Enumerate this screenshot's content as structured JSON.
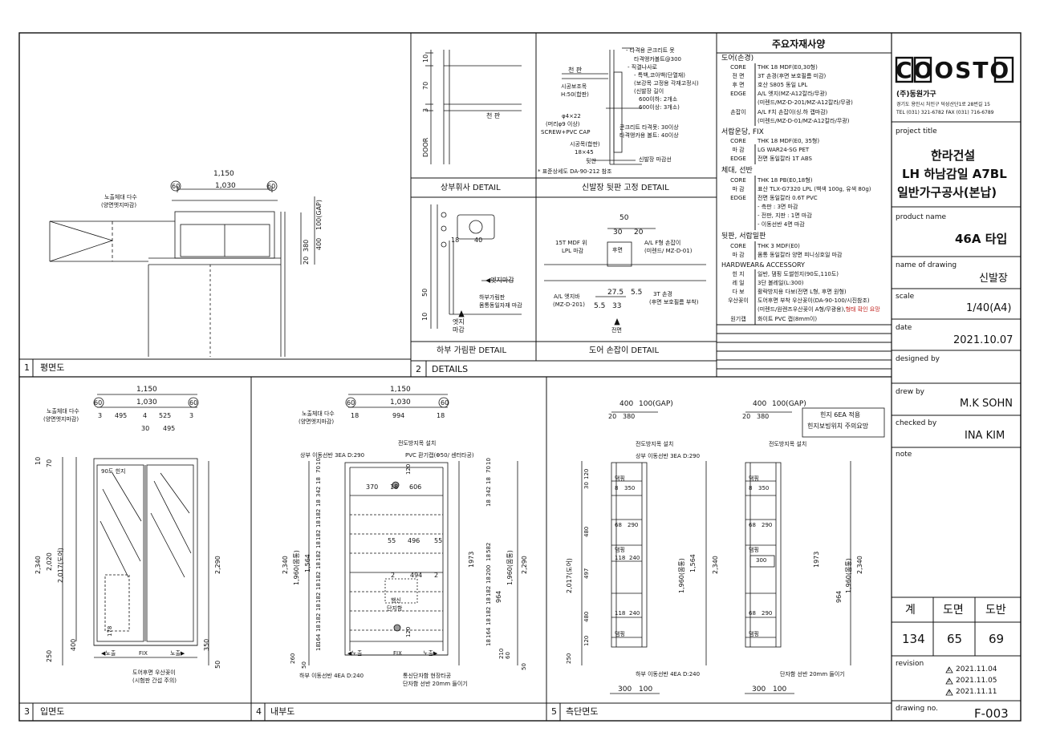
{
  "company": {
    "logo_text": "COOSTO",
    "name": "(주)동원가구",
    "address": "경기도 용인시 처인구 덕성산단1로 28번길 15",
    "tel": "TEL (031) 321-6782  FAX (031) 716-6789"
  },
  "title_block": {
    "project_title_label": "project title",
    "project_title": [
      "한라건설",
      "LH 하남감일 A7BL",
      "일반가구공사(본납)"
    ],
    "product_name_label": "product name",
    "product_name": "46A 타입",
    "name_of_drawing_label": "name of drawing",
    "name_of_drawing": "신발장",
    "scale_label": "scale",
    "scale": "1/40(A4)",
    "date_label": "date",
    "date": "2021.10.07",
    "designed_by_label": "designed by",
    "designed_by": "",
    "drew_by_label": "drew by",
    "drew_by": "M.K SOHN",
    "checked_by_label": "checked by",
    "checked_by": "INA KIM",
    "note_label": "note",
    "counts_headers": [
      "계",
      "도면",
      "도반"
    ],
    "counts_values": [
      "134",
      "65",
      "69"
    ],
    "revision_label": "revision",
    "revisions": [
      "2021.11.04",
      "2021.11.05",
      "2021.11.11"
    ],
    "revision_marks": [
      "1",
      "2",
      "3"
    ],
    "drawing_no_label": "drawing no.",
    "drawing_no": "F-003"
  },
  "spec": {
    "title": "주요자재사양",
    "door_section": "도어(손경)",
    "door_rows": [
      {
        "k": "CORE",
        "v": "THK 18 MDF(E0,30형)"
      },
      {
        "k": "전 면",
        "v": "3T 손경(후면 보호필름 미감)"
      },
      {
        "k": "후 면",
        "v": "호산 S805 동일 LPL"
      },
      {
        "k": "EDGE",
        "v": "A/L 엣지(MZ-A12칼라/무광)"
      },
      {
        "k": "",
        "v": "(미렌드/MZ-D-201/MZ-A12칼라/무광)"
      },
      {
        "k": "손잡이",
        "v": "A/L F치 손잡이(싱.하 캡마감)"
      },
      {
        "k": "",
        "v": "(미렌드/MZ-D-01/MZ-A12칼라/무광)"
      }
    ],
    "body_section": "서랍운당, FIX",
    "body_rows": [
      {
        "k": "CORE",
        "v": "THK 18 MDF(E0, 35형)"
      },
      {
        "k": "마 감",
        "v": "LG WAR24-SG PET"
      },
      {
        "k": "EDGE",
        "v": "전면 동일칼라 1T ABS"
      }
    ],
    "frame_section": "체대, 선반",
    "frame_rows": [
      {
        "k": "CORE",
        "v": "THK 18 PB(E0,18형)"
      },
      {
        "k": "마 감",
        "v": "표산 TLX-G7320 LPL (백색 100g, 유색 80g)"
      },
      {
        "k": "EDGE",
        "v": "전면 동일칼라 0.6T PVC"
      },
      {
        "k": "",
        "v": "- 측판 : 3면 마감"
      },
      {
        "k": "",
        "v": "- 전판, 지판 : 1면 마감"
      },
      {
        "k": "",
        "v": "- 이동선반 4면 마감"
      }
    ],
    "back_section": "뒷판, 서랍밑판",
    "back_rows": [
      {
        "k": "CORE",
        "v": "THK 3 MDF(E0)"
      },
      {
        "k": "마 감",
        "v": "몸통 동일칼라 양면 피니싱호일 마감"
      }
    ],
    "hw_section": "HARDWEAR& ACCESSORY",
    "hw_rows": [
      {
        "k": "힌 지",
        "v": "일반, 댐핑 도썰힌지(90도,110도)"
      },
      {
        "k": "레 일",
        "v": "3단 볼레일(L:300)"
      },
      {
        "k": "다 보",
        "v": "활락방지용 다보(전면 L형, 후면 원형)"
      },
      {
        "k": "우산꽂이",
        "v": "도어후면 부착 우산꽂이(DA-90-100/시진참조)"
      },
      {
        "k": "",
        "v": "(미렌드/원렌즈우산꽂이 A형/무광용),"
      },
      {
        "k": "원기캡",
        "v": "화이트 PVC 캡(8mm이)"
      }
    ],
    "hw_red_note": "형태 확인 요망"
  },
  "panels": {
    "p1": {
      "num": "1",
      "title": "평면도"
    },
    "p2": {
      "num": "2",
      "title": "DETAILS"
    },
    "p3": {
      "num": "3",
      "title": "입면도"
    },
    "p4": {
      "num": "4",
      "title": "내부도"
    },
    "p5": {
      "num": "5",
      "title": "측단면도"
    }
  },
  "details": {
    "d1_title": "상부휘사 DETAIL",
    "d2_title": "신발장 뒷판 고정 DETAIL",
    "d3_title": "하부 가림판 DETAIL",
    "d4_title": "도어 손잡이 DETAIL",
    "d1_labels": {
      "door": "DOOR",
      "ceiling": "천 판",
      "d10": "10",
      "d70": "70",
      "d3": "3"
    },
    "d2_labels": {
      "l1": "- 타격용 콘크리트 못",
      "l2": "타격앵카볼트@300",
      "l3": "- 직결나사로",
      "l4": "- 특백,코아백(단열재)",
      "l5": "(보강목 고정용 각재고정시)",
      "l6": "(신발장 길이",
      "l7": "600이하: 2개소",
      "l8": "600이상: 3개소)",
      "l9": "천 판",
      "l10": "시공보조목",
      "l11": "H:50(합판)",
      "l12": "φ4×22",
      "l13": "(머리φ9 이상)",
      "l14": "SCREW+PVC CAP",
      "l15": "콘크리트 타격못: 30이상",
      "l16": "타격앵카용 볼트: 40이상",
      "l17": "시공목(합판)",
      "l18": "18×45",
      "l19": "뒷판",
      "l20": "신발장 마감선",
      "l21": "* 표준상세도 DA-90-212 참조"
    },
    "d3_labels": {
      "edge": "◀엣지마감",
      "l1": "하부가림판",
      "l2": "몸통동일자재 마감",
      "l3": "엣지",
      "l4": "마감",
      "n18": "18",
      "n40": "40",
      "n10": "10",
      "n50": "50"
    },
    "d4_labels": {
      "n50": "50",
      "n30": "30",
      "n20": "20",
      "l1": "15T MDF 위",
      "l2": "LPL 마감",
      "l3": "후면",
      "l4": "A/L F형 손잡이",
      "l5": "(미렌드/ MZ-D-01)",
      "l6": "27.5",
      "l7": "5.5",
      "l8": "3T 손경",
      "l9": "(후면 보호필름 부착)",
      "l10": "A/L 엣지바",
      "l11": "(MZ-D-201)",
      "l12": "5.5",
      "l13": "33",
      "l14": "전면"
    }
  },
  "plan": {
    "w_total": "1,150",
    "w_inner": "1,030",
    "w_side_l": "60",
    "w_side_r": "60",
    "label1": "노출체대 다수",
    "label2": "(양면엣지마감)",
    "gap": "100(GAP)",
    "d380": "380",
    "d20": "20",
    "d400": "400"
  },
  "elevation": {
    "w_total": "1,150",
    "w_inner": "1,030",
    "w_l": "60",
    "w_r": "60",
    "sub": [
      "3",
      "495",
      "4",
      "525",
      "3"
    ],
    "sub2": [
      "30",
      "495"
    ],
    "label1": "노출체대 다수",
    "label2": "(양면엣지마감)",
    "hinge": "90도 힌지",
    "h_total": "2,340",
    "h_2020": "2,020",
    "h_door": "2,017(도어)",
    "h_right": "2,290",
    "h10": "10",
    "h70": "70",
    "h400": "400",
    "h250": "250",
    "h178": "178",
    "h350": "350",
    "h50": "50",
    "bottom_l": "◀노출",
    "bottom_fix": "FIX",
    "bottom_r": "노출▶",
    "note1": "도어후면 우산꽂이",
    "note2": "(시험판 간섭 주의)"
  },
  "interior": {
    "w_total": "1,150",
    "w_inner": "1,030",
    "w_l": "60",
    "w_r": "60",
    "sub": [
      "18",
      "994",
      "18"
    ],
    "label1": "노출체대 다수",
    "label2": "(양면엣지마감)",
    "top1": "전도방지목 설치",
    "top2": "상부 이동선반 3EA D:290",
    "top3": "PVC 환기캡(Φ50/ 센터타공)",
    "m1": "370",
    "m2": "18",
    "m3": "606",
    "m4": "120",
    "m5": "55",
    "m6": "496",
    "m7": "55",
    "m8": "2",
    "m9": "494",
    "m10": "2",
    "umb1": "행신",
    "umb2": "단지함",
    "bottom1": "하부 이동선반 4EA D:240",
    "bottom2": "통신단자함 현장타공",
    "bottom3": "단자함 선반 20mm 들이기",
    "h_total": "2,340",
    "h_1960": "1,960(몸통)",
    "h_1564": "1,564",
    "h_right": "2,290",
    "h_964": "964",
    "h_1973": "1973",
    "left_stack": [
      "10",
      "70",
      "18",
      "342",
      "18",
      "182",
      "18",
      "182",
      "18",
      "182",
      "18",
      "182",
      "18",
      "182",
      "18",
      "182",
      "18",
      "164",
      "18",
      "260",
      "50"
    ],
    "right_stack": [
      "10",
      "70",
      "18",
      "342",
      "18",
      "582",
      "18",
      "200",
      "18",
      "182",
      "18",
      "182",
      "18",
      "164",
      "18",
      "210",
      "60",
      "50"
    ],
    "bottom_l": "◀노출",
    "bottom_fix": "FIX",
    "bottom_r": "노출▶",
    "v120": "120"
  },
  "section": {
    "w400": "400",
    "gap": "100(GAP)",
    "w20": "20",
    "w380": "380",
    "note_box1": "힌지 6EA 적용",
    "note_box2": "힌지보빙위치 주의요망",
    "top1": "전도방지목 설치",
    "top2": "상부 이동선반 3EA D:290",
    "damping": "댐핑",
    "s350": "350",
    "s290": "290",
    "s240": "240",
    "s300": "300",
    "s68": "68",
    "s118": "118",
    "s8": "8",
    "h_door": "2,017(도어)",
    "h480": "480",
    "h497": "497",
    "h120": "120",
    "h30": "30",
    "h250": "250",
    "h_total": "2,340",
    "h_1960": "1,960(몸통)",
    "h_1564": "1,564",
    "h964": "964",
    "h1973": "1973",
    "b1": "하부 이동선반 4EA D:240",
    "b2": "단자함 선반 20mm 들이기",
    "w300": "300",
    "w100": "100"
  }
}
